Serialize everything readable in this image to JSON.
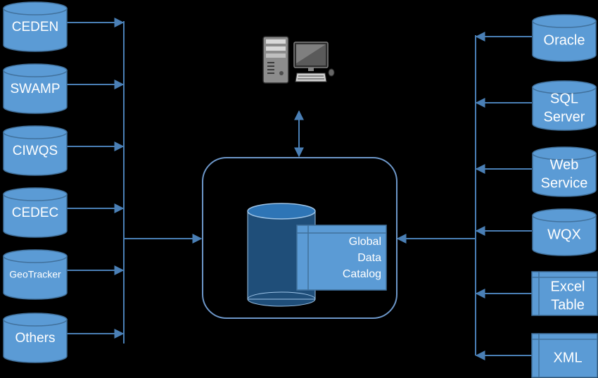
{
  "colors": {
    "background": "#000000",
    "node_fill": "#5b9bd5",
    "node_stroke": "#41719c",
    "line": "#4a7fb5",
    "central_frame": "#6d97c9",
    "central_db": "#1f4e79",
    "central_db_rim": "#9dc3e6"
  },
  "sources": [
    {
      "id": "ceden",
      "label": "CEDEN"
    },
    {
      "id": "swamp",
      "label": "SWAMP"
    },
    {
      "id": "ciwqs",
      "label": "CIWQS"
    },
    {
      "id": "cedec",
      "label": "CEDEC"
    },
    {
      "id": "geotracker",
      "label": "GeoTracker"
    },
    {
      "id": "others",
      "label": "Others"
    }
  ],
  "targets": [
    {
      "id": "oracle",
      "shape": "cylinder",
      "lines": [
        "Oracle"
      ]
    },
    {
      "id": "sql-server",
      "shape": "cylinder",
      "lines": [
        "SQL",
        "Server"
      ]
    },
    {
      "id": "web-service",
      "shape": "cylinder",
      "lines": [
        "Web",
        "Service"
      ]
    },
    {
      "id": "wqx",
      "shape": "cylinder",
      "lines": [
        "WQX"
      ]
    },
    {
      "id": "excel-table",
      "shape": "table",
      "lines": [
        "Excel",
        "Table"
      ]
    },
    {
      "id": "xml",
      "shape": "table",
      "lines": [
        "XML"
      ]
    }
  ],
  "catalog": {
    "lines": [
      "Global",
      "Data",
      "Catalog"
    ]
  },
  "computer": {
    "icon": "computer-workstation-icon"
  }
}
